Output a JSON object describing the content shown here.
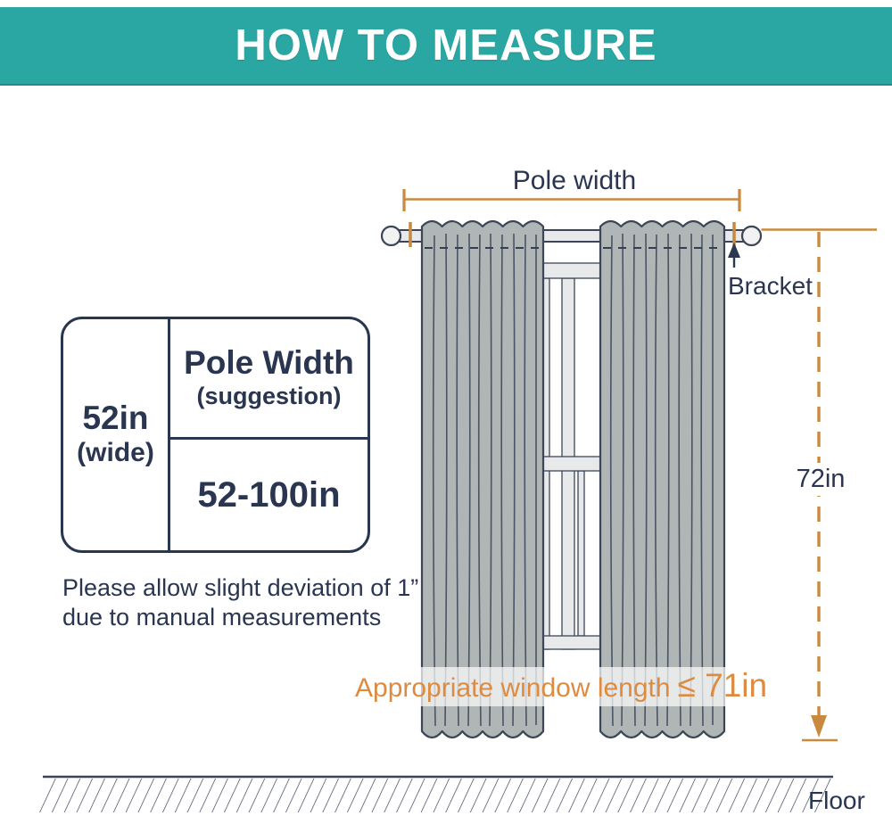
{
  "header": {
    "title": "HOW TO MEASURE"
  },
  "diagram": {
    "pole_width_label": "Pole width",
    "bracket_label": "Bracket",
    "height_label": "72in",
    "window_note_prefix": "Appropriate window length",
    "window_note_value": "≤ 71in",
    "floor_label": "Floor"
  },
  "size_table": {
    "width_value": "52in",
    "width_qualifier": "(wide)",
    "pole_title": "Pole Width",
    "pole_subtitle": "(suggestion)",
    "pole_range": "52-100in"
  },
  "note": {
    "line1": "Please allow slight deviation of 1”",
    "line2": "due to manual measurements"
  },
  "colors": {
    "header_teal": "#2aa7a2",
    "text_navy": "#2a3550",
    "measure_orange": "#c9893f",
    "note_orange": "#dc8b41",
    "curtain_gray": "#b0b6b5",
    "frame_gray": "#e8e9eb"
  }
}
